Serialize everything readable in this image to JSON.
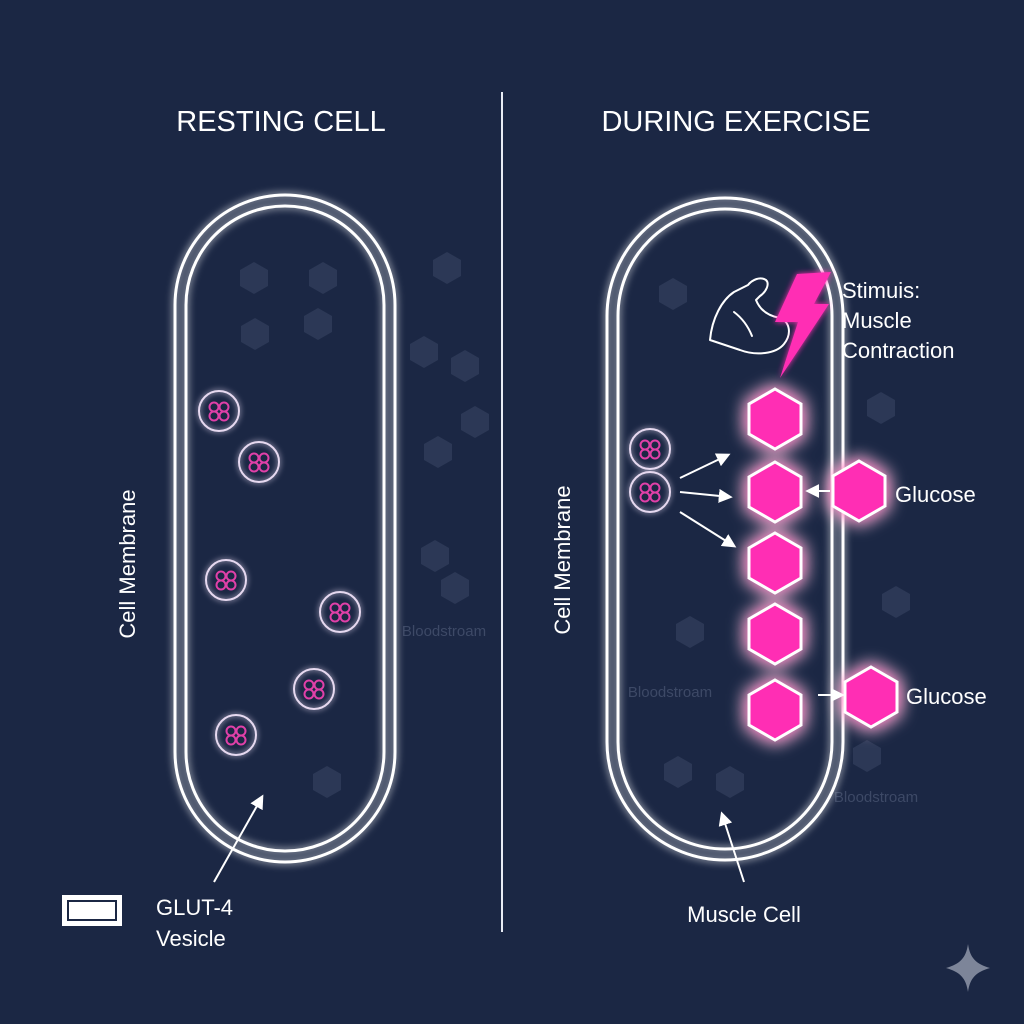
{
  "panels": {
    "resting": {
      "title": "RESTING CELL",
      "membrane_label": "Cell Membrane",
      "bloodstream_label": "Bloodstroam"
    },
    "exercise": {
      "title": "DURING EXERCISE",
      "membrane_label": "Cell Membrane",
      "bloodstream_labels": [
        "Bloodstroam",
        "Bloodstroam"
      ],
      "stimulus_lines": [
        "Stimuis:",
        "Muscle",
        "Contraction"
      ],
      "glucose_labels": [
        "Glucose",
        "Glucose"
      ],
      "cell_label": "Muscle Cell"
    }
  },
  "legend": {
    "lines": [
      "GLUT-4",
      "Vesicle"
    ]
  },
  "colors": {
    "background": "#1b2744",
    "membrane": "#ffffff",
    "accent": "#ff2eb4",
    "vesicle": "#e040a8",
    "inactive_hexagon": "#2c3856"
  },
  "icons": [
    "flexed-arm-icon",
    "lightning-bolt-icon",
    "sparkle-icon"
  ]
}
